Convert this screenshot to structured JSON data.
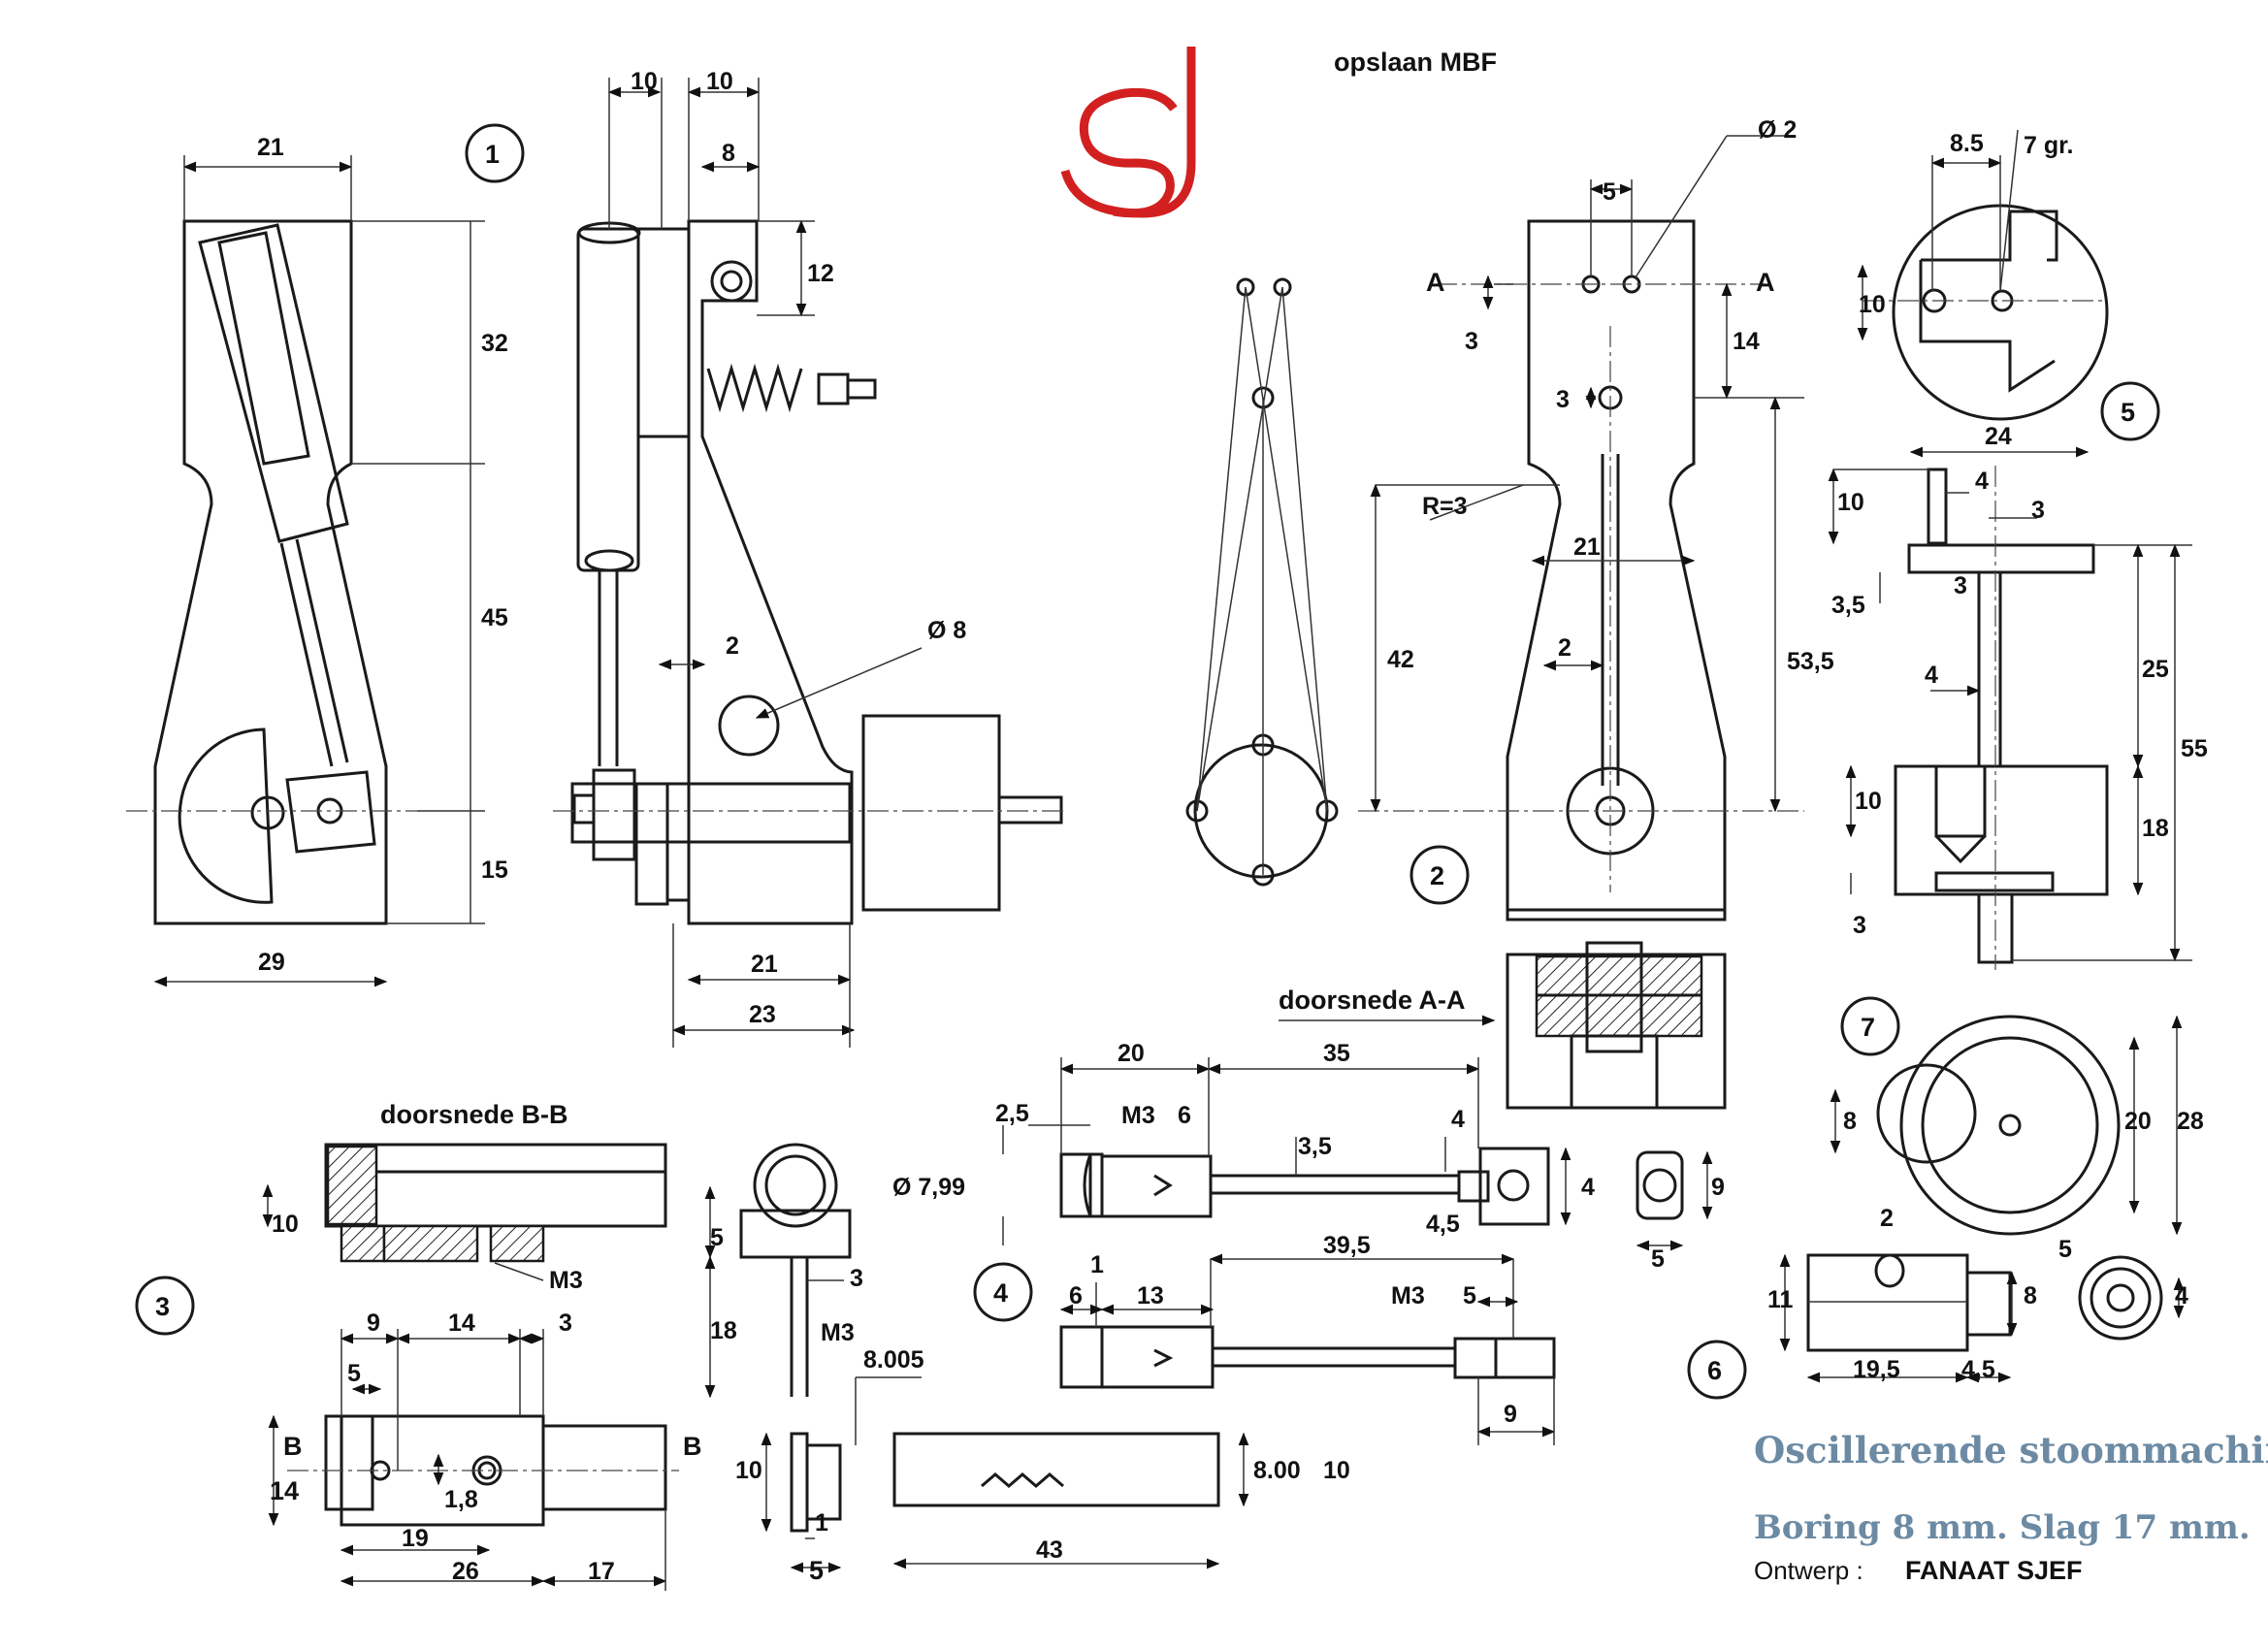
{
  "header": {
    "save_note": "opslaan MBF"
  },
  "logo": {
    "icon": "sj-monogram-logo",
    "color": "#d22020"
  },
  "title_block": {
    "title": "Oscillerende stoommachine",
    "subtitle": "Boring 8 mm.  Slag 17 mm.",
    "design_label": "Ontwerp  :",
    "designer": "FANAAT  SJEF",
    "title_color": "#6c8aa3"
  },
  "parts": {
    "p1": "1",
    "p2": "2",
    "p3": "3",
    "p4": "4",
    "p5": "5",
    "p6": "6",
    "p7": "7"
  },
  "sections": {
    "aa": "doorsnede A-A",
    "bb": "doorsnede B-B",
    "a": "A",
    "b": "B"
  },
  "dims": {
    "v1_21": "21",
    "v1_32": "32",
    "v1_45": "45",
    "v1_15": "15",
    "v1_29": "29",
    "v2_10a": "10",
    "v2_10b": "10",
    "v2_8": "8",
    "v2_12": "12",
    "v2_2": "2",
    "v2_d8": "Ø 8",
    "v2_21": "21",
    "v2_23": "23",
    "p2_d2": "Ø 2",
    "p2_5": "5",
    "p2_3a": "3",
    "p2_14": "14",
    "p2_3b": "3",
    "p2_r3": "R=3",
    "p2_21": "21",
    "p2_42": "42",
    "p2_2": "2",
    "p2_535": "53,5",
    "p5_85": "8.5",
    "p5_7gr": "7 gr.",
    "p5_10": "10",
    "p5_24": "24",
    "p5b_10": "10",
    "p5b_4a": "4",
    "p5b_3a": "3",
    "p5b_35": "3,5",
    "p5b_3b": "3",
    "p5b_4b": "4",
    "p5b_25": "25",
    "p5b_55": "55",
    "p5b_10b": "10",
    "p5b_18": "18",
    "p5b_3c": "3",
    "p7_8": "8",
    "p7_20": "20",
    "p7_28": "28",
    "p6_2": "2",
    "p6_11": "11",
    "p6_8": "8",
    "p6_195": "19,5",
    "p6_45": "4,5",
    "p6_5": "5",
    "p6_4": "4",
    "p4_20": "20",
    "p4_35": "35",
    "p4_25": "2,5",
    "p4_m3a": "M3",
    "p4_6a": "6",
    "p4_d799": "Ø 7,99",
    "p4_35b": "3,5",
    "p4_4a": "4",
    "p4_4b": "4",
    "p4_45": "4,5",
    "p4_9a": "9",
    "p4_5a": "5",
    "p4_1": "1",
    "p4_6b": "6",
    "p4_13": "13",
    "p4_395": "39,5",
    "p4_m3b": "M3",
    "p4_5b": "5",
    "p4_9b": "9",
    "p3_10": "10",
    "p3_m3a": "M3",
    "p3_5a": "5",
    "p3_3a": "3",
    "p3_18": "18",
    "p3_m3b": "M3",
    "p3_8005": "8.005",
    "p3_9": "9",
    "p3_14a": "14",
    "p3_3b": "3",
    "p3_5b": "5",
    "p3_14b": "14",
    "p3_18b": "1,8",
    "p3_19": "19",
    "p3_26": "26",
    "p3_17": "17",
    "p3_10b": "10",
    "p3_1": "1",
    "p3_5c": "5",
    "p3_800": "8.00",
    "p3_10c": "10",
    "p3_43": "43"
  }
}
